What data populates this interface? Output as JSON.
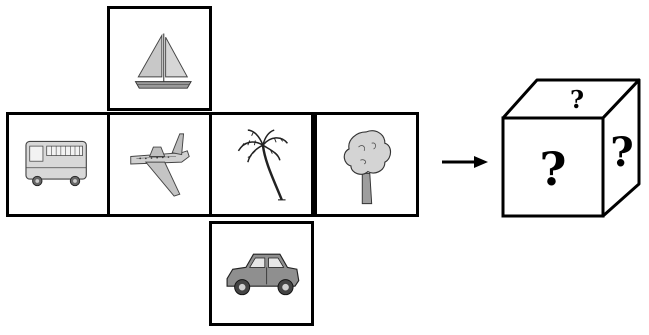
{
  "net": {
    "faces": [
      {
        "position": "top",
        "icon": "sailboat-icon"
      },
      {
        "position": "left",
        "icon": "bus-icon"
      },
      {
        "position": "center-left",
        "icon": "airplane-icon"
      },
      {
        "position": "center-right",
        "icon": "palm-tree-icon"
      },
      {
        "position": "right",
        "icon": "tree-icon"
      },
      {
        "position": "bottom",
        "icon": "car-icon"
      }
    ]
  },
  "arrow": {
    "icon": "arrow-right-icon"
  },
  "cube": {
    "front_label": "?",
    "side_label": "?",
    "top_label": "?"
  }
}
